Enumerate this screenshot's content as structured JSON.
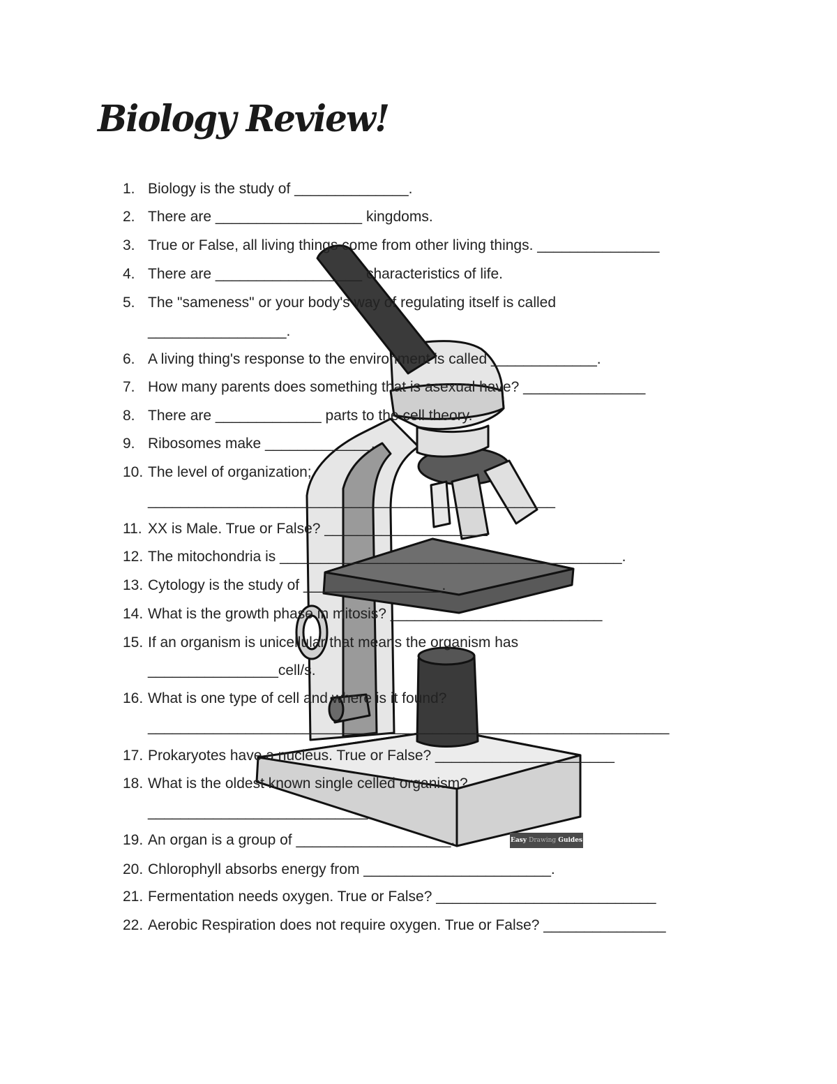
{
  "title": "Biology Review!",
  "questions": [
    {
      "num": "1.",
      "line1": "Biology is the study of ______________."
    },
    {
      "num": "2.",
      "line1": "There are __________________ kingdoms."
    },
    {
      "num": "3.",
      "line1": "True or False, all living things come from other living things. _______________"
    },
    {
      "num": "4.",
      "line1": "There are __________________ characteristics of life."
    },
    {
      "num": "5.",
      "line1": "The \"sameness\" or your body's way of regulating itself is called",
      "line2": "_________________."
    },
    {
      "num": "6.",
      "line1": "A living thing's response to the environment is called _____________."
    },
    {
      "num": "7.",
      "line1": "How many parents does something that is asexual have? _______________"
    },
    {
      "num": "8.",
      "line1": "There are _____________ parts to the cell theory."
    },
    {
      "num": "9.",
      "line1": "Ribosomes make _____________."
    },
    {
      "num": "10.",
      "line1": "The level of organization;",
      "line2": "__________________________________________________"
    },
    {
      "num": "11.",
      "line1": "XX is Male. True or False? ____________________"
    },
    {
      "num": "12.",
      "line1": "The mitochondria is __________________________________________."
    },
    {
      "num": "13.",
      "line1": "Cytology is the study of _________________."
    },
    {
      "num": "14.",
      "line1": "What is the growth phase in mitosis? __________________________"
    },
    {
      "num": "15.",
      "line1": "If an organism is unicellular that means the organism has",
      "line2": "________________cell/s."
    },
    {
      "num": "16.",
      "line1": "What is one type of cell and where is it found?",
      "line2": "________________________________________________________________"
    },
    {
      "num": "17.",
      "line1": "Prokaryotes have a nucleus. True or False? ______________________"
    },
    {
      "num": "18.",
      "line1": "What is the oldest known single celled organism?",
      "line2": "___________________________"
    },
    {
      "num": "19.",
      "line1": "An organ is a group of ___________________."
    },
    {
      "num": "20.",
      "line1": "Chlorophyll absorbs energy from _______________________."
    },
    {
      "num": "21.",
      "line1": "Fermentation needs oxygen. True or False? ___________________________"
    },
    {
      "num": "22.",
      "line1": "Aerobic Respiration does not require oxygen. True or False? _______________"
    }
  ],
  "watermark": {
    "word1": "Easy",
    "word2": "Drawing",
    "word3": "Guides"
  },
  "colors": {
    "ink": "#222222",
    "microscope_dark": "#3a3a3a",
    "microscope_mid": "#9a9a9a",
    "microscope_light": "#e6e6e6"
  }
}
